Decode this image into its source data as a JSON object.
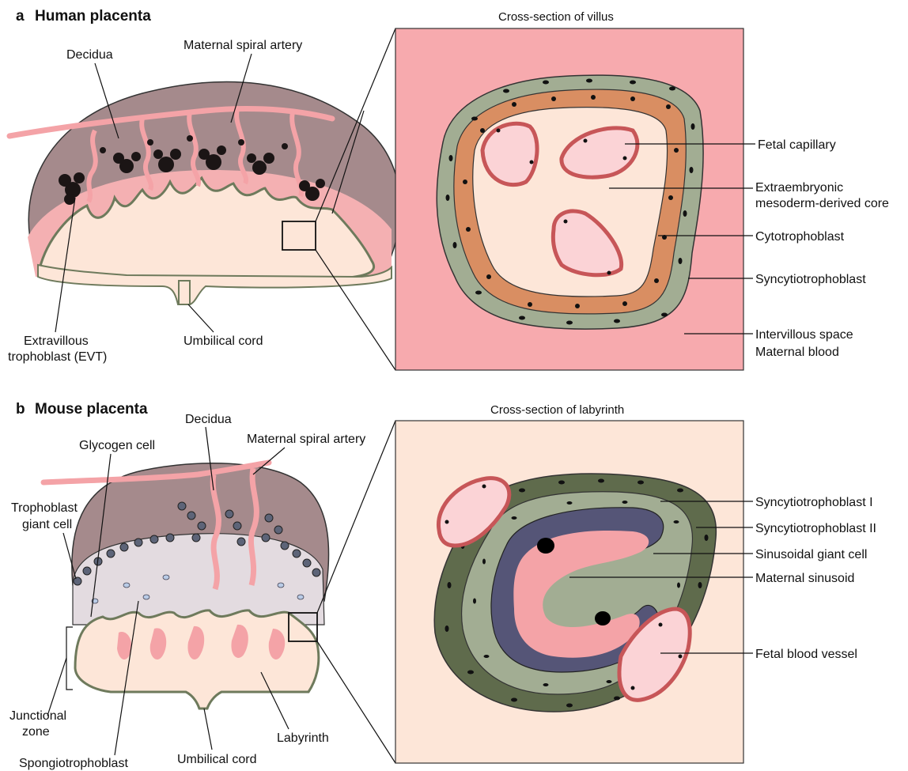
{
  "panel_a": {
    "letter": "a",
    "title": "Human placenta",
    "inset_title": "Cross-section of villus",
    "labels": {
      "decidua": "Decidua",
      "spiral_artery": "Maternal spiral artery",
      "evt_line1": "Extravillous",
      "evt_line2": "trophoblast (EVT)",
      "umbilical": "Umbilical cord",
      "fetal_capillary": "Fetal capillary",
      "core_line1": "Extraembryonic",
      "core_line2": "mesoderm-derived core",
      "cytotrophoblast": "Cytotrophoblast",
      "syncytiotrophoblast": "Syncytiotrophoblast",
      "ivs_line1": "Intervillous space",
      "ivs_line2": "Maternal blood"
    }
  },
  "panel_b": {
    "letter": "b",
    "title": "Mouse placenta",
    "inset_title": "Cross-section of labyrinth",
    "labels": {
      "decidua": "Decidua",
      "spiral_artery": "Maternal spiral artery",
      "glycogen": "Glycogen cell",
      "tgc_line1": "Trophoblast",
      "tgc_line2": "giant cell",
      "jz_line1": "Junctional",
      "jz_line2": "zone",
      "spongio": "Spongiotrophoblast",
      "umbilical": "Umbilical cord",
      "labyrinth": "Labyrinth",
      "syn1": "Syncytiotrophoblast I",
      "syn2": "Syncytiotrophoblast II",
      "sgc": "Sinusoidal giant cell",
      "sinusoid": "Maternal sinusoid",
      "fetal_vessel": "Fetal blood vessel"
    }
  },
  "colors": {
    "decidua": "#a58a8c",
    "maternal_blood": "#f7aaae",
    "villus_core": "#fde6d8",
    "syncytio": "#a2ad93",
    "syncytio_dark": "#5f6b4c",
    "cytotrophoblast": "#d98e62",
    "capillary_wall": "#e0726f",
    "capillary_lumen": "#fbd3d6",
    "junctional": "#e3dbe0",
    "sgc": "#555577"
  }
}
